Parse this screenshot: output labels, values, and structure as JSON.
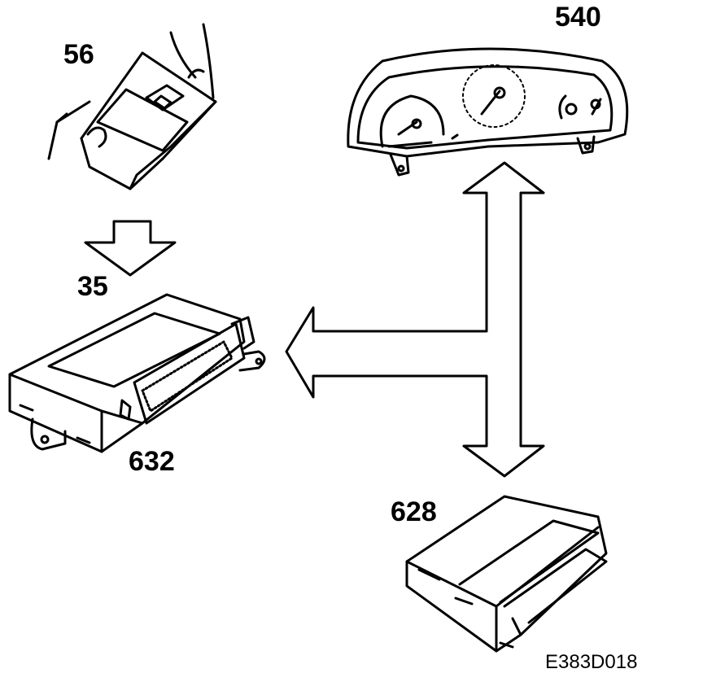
{
  "components": [
    {
      "id": "56",
      "label": "56",
      "name": "connector"
    },
    {
      "id": "540",
      "label": "540",
      "name": "instrument-cluster"
    },
    {
      "id": "35",
      "label": "35",
      "name": "down-arrow-label"
    },
    {
      "id": "632",
      "label": "632",
      "name": "control-module"
    },
    {
      "id": "628",
      "label": "628",
      "name": "control-unit"
    }
  ],
  "figure_code": "E383D018"
}
